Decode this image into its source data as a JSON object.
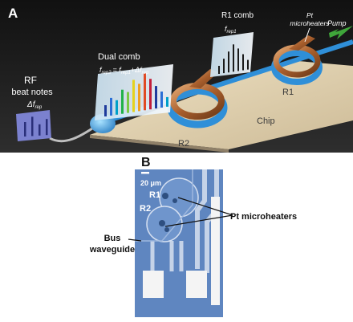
{
  "panel_a": {
    "label": "A",
    "rf": {
      "line1": "RF",
      "line2": "beat notes",
      "delta": "Δf",
      "delta_sub": "rep"
    },
    "dual_comb": {
      "title": "Dual comb",
      "f": "f",
      "f_sub2": "rep2",
      "eq": "= f",
      "f_sub1": "rep1",
      "plus": "+Δf",
      "d_sub": "rep"
    },
    "r1_comb": {
      "title": "R1 comb",
      "f": "f",
      "f_sub": "rep1"
    },
    "pt_label": {
      "line1": "Pt",
      "line2": "microheaters"
    },
    "pump": "Pump",
    "ring_r1": "R1",
    "ring_r2": "R2",
    "chip": "Chip"
  },
  "panel_b": {
    "label": "B",
    "scale": "20 μm",
    "r1": "R1",
    "r2": "R2",
    "pt_micro": "Pt microheaters",
    "bus_line1": "Bus",
    "bus_line2": "waveguide"
  },
  "colors": {
    "background_a": "#1c1c1c",
    "chip_face": "#e3d4b4",
    "waveguide": "#2f8fd8",
    "copper": "#b8733b",
    "chip_b": "#5f86c0",
    "pump_arrow": "#3fa63a"
  }
}
